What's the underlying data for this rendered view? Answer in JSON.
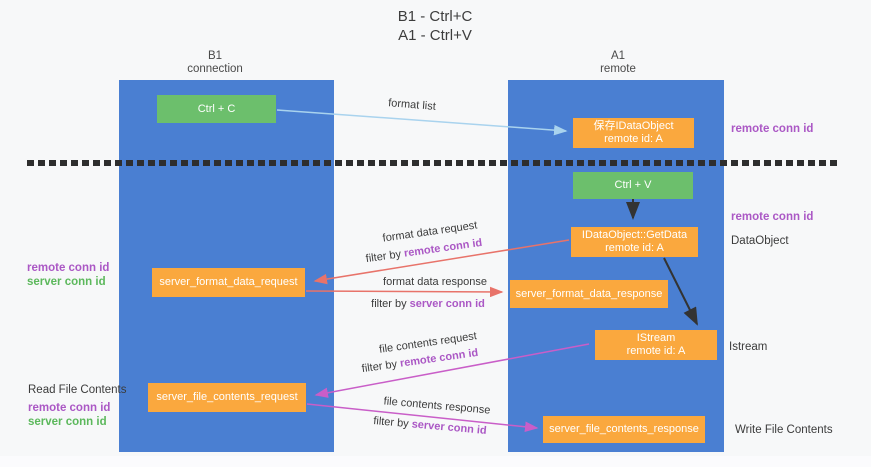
{
  "title": {
    "line1": "B1 - Ctrl+C",
    "line2": "A1 - Ctrl+V"
  },
  "lanes": {
    "left": {
      "title": "B1",
      "subtitle": "connection"
    },
    "right": {
      "title": "A1",
      "subtitle": "remote"
    }
  },
  "nodes": {
    "ctrl_c": {
      "label": "Ctrl + C"
    },
    "ctrl_v": {
      "label": "Ctrl + V"
    },
    "saved_idataobject": {
      "line1": "保存IDataObject",
      "line2": "remote id: A"
    },
    "idataobject_getdata": {
      "line1": "IDataObject::GetData",
      "line2": "remote id: A"
    },
    "istream": {
      "line1": "IStream",
      "line2": "remote id: A"
    },
    "server_format_data_request": {
      "label": "server_format_data_request"
    },
    "server_format_data_response": {
      "label": "server_format_data_response"
    },
    "server_file_contents_request": {
      "label": "server_file_contents_request"
    },
    "server_file_contents_response": {
      "label": "server_file_contents_response"
    }
  },
  "side_labels": {
    "right_remote_conn_id_top": "remote conn id",
    "right_remote_conn_id_mid": "remote conn id",
    "data_object": "DataObject",
    "istream": "Istream",
    "write_file_contents": "Write File Contents",
    "left_remote_conn_id_top": "remote conn id",
    "left_server_conn_id_top": "server conn id",
    "read_file_contents": "Read File Contents",
    "left_remote_conn_id_bottom": "remote conn id",
    "left_server_conn_id_bottom": "server conn id"
  },
  "arrow_labels": {
    "format_list": "format list",
    "format_data_request": "format data request",
    "filter_by_1_prefix": "filter by ",
    "filter_by_1_key": "remote conn id",
    "format_data_response": "format data response",
    "filter_by_2_prefix": "filter by ",
    "filter_by_2_key": "server conn id",
    "file_contents_request": "file contents request",
    "filter_by_3_prefix": "filter by ",
    "filter_by_3_key": "remote conn id",
    "file_contents_response": "file contents response",
    "filter_by_4_prefix": "filter by ",
    "filter_by_4_key": "server conn id"
  },
  "colors": {
    "background": "#f7f8f9",
    "lane_blue": "#4a7fd2",
    "node_orange": "#faa83e",
    "node_green": "#6cbf6c",
    "arrow_light_blue": "#a9d3ee",
    "arrow_salmon": "#e8736a",
    "arrow_magenta": "#c95ec8",
    "arrow_black": "#333333",
    "label_purple": "#ab58c5",
    "label_green": "#5cb85c",
    "divider_dash": "#2e2e2e"
  }
}
